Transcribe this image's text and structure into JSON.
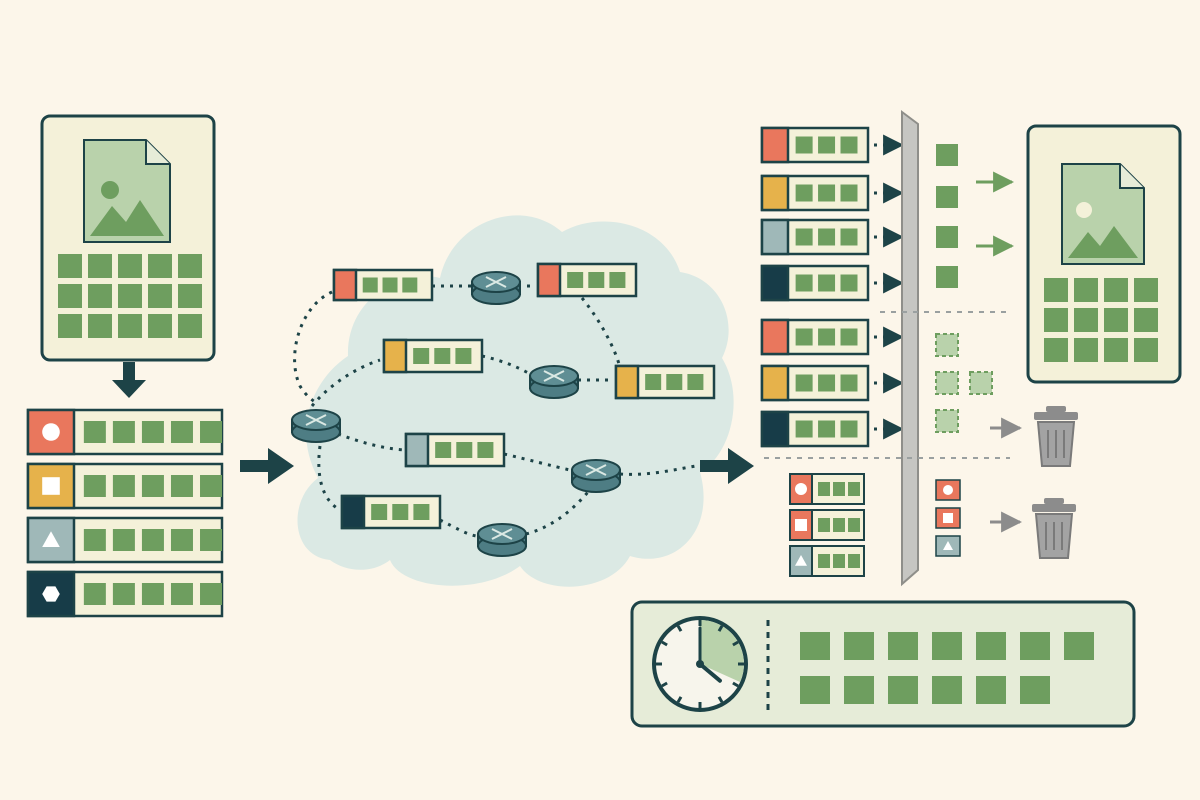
{
  "title": "",
  "colors": {
    "background": "#fcf6ea",
    "panel": "#f4f1d9",
    "outline": "#1d4347",
    "green": "#6e9e5f",
    "green_light": "#b9d2ab",
    "cloud": "#dbe9e4",
    "router": "#4e7d84",
    "filter": "#c6c6c2",
    "bin": "#8c8c8c"
  },
  "packet_colors": {
    "red": "#e9775d",
    "yellow": "#e6b24b",
    "blue": "#9fb8b8",
    "navy": "#173c48"
  },
  "icons": [
    "image-file-icon",
    "circle-shape-icon",
    "square-shape-icon",
    "triangle-shape-icon",
    "hexagon-shape-icon",
    "router-icon",
    "trash-bin-icon",
    "clock-icon",
    "arrow-icon"
  ],
  "source": {
    "payload_blocks": 15,
    "packets": [
      {
        "color": "red",
        "shape": "circle",
        "payload_blocks": 5
      },
      {
        "color": "yellow",
        "shape": "square",
        "payload_blocks": 5
      },
      {
        "color": "blue",
        "shape": "triangle",
        "payload_blocks": 5
      },
      {
        "color": "navy",
        "shape": "hexagon",
        "payload_blocks": 5
      }
    ]
  },
  "network": {
    "routers": 5,
    "packets_in_transit": [
      {
        "color": "red",
        "payload_blocks": 3
      },
      {
        "color": "yellow",
        "payload_blocks": 3
      },
      {
        "color": "blue",
        "payload_blocks": 3
      },
      {
        "color": "navy",
        "payload_blocks": 3
      },
      {
        "color": "red",
        "payload_blocks": 3
      },
      {
        "color": "yellow",
        "payload_blocks": 3
      }
    ]
  },
  "receiver": {
    "accepted": [
      "red",
      "yellow",
      "blue",
      "navy"
    ],
    "incomplete": [
      "red",
      "yellow",
      "navy"
    ],
    "rejected": [
      {
        "color": "red",
        "shape": "circle"
      },
      {
        "color": "red",
        "shape": "square"
      },
      {
        "color": "blue",
        "shape": "triangle"
      }
    ],
    "reassembled_payload_blocks": 12
  },
  "timer": {
    "clock_hour": 4,
    "clock_minute": 20,
    "buffer_blocks_row1": 7,
    "buffer_blocks_row2": 6
  }
}
